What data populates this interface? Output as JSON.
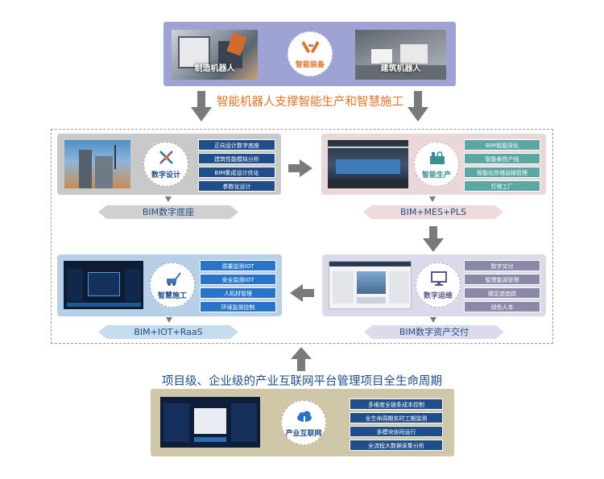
{
  "top": {
    "left_caption": "制造机器人",
    "center_label": "智能装备",
    "right_caption": "建筑机器人",
    "headline": "智能机器人支撑智能生产和智慧施工"
  },
  "design": {
    "label": "数字设计",
    "tags": [
      "正向设计数字底座",
      "建筑性能模拟分析",
      "BIM集成设计优化",
      "参数化设计"
    ],
    "ribbon": "BIM数字底座"
  },
  "production": {
    "label": "智能生产",
    "tags": [
      "BIM智能深化",
      "智能柔性产线",
      "智能化存储运输管理",
      "灯塔工厂"
    ],
    "ribbon": "BIM+MES+PLS"
  },
  "construction": {
    "label": "智慧施工",
    "tags": [
      "质量监测IOT",
      "安全监测IOT",
      "人机材管理",
      "环境监测控制"
    ],
    "ribbon": "BIM+IOT+RaaS"
  },
  "operation": {
    "label": "数字运维",
    "tags": [
      "数字交付",
      "智慧能源管理",
      "碳足迹追踪",
      "绿色人本"
    ],
    "ribbon": "BIM数字资产交付"
  },
  "bottom": {
    "headline": "项目级、企业级的产业互联网平台管理项目全生命周期",
    "label": "产业互联网",
    "tags": [
      "多维度全链条成本控制",
      "全生命周期实时工期监测",
      "多模块协同运行",
      "全流程大数据采集分析"
    ]
  },
  "colors": {
    "top_panel": "#9ea3d4",
    "design_panel": "#c9c9c9",
    "production_panel": "#ead8d8",
    "construction_panel": "#b8cfe8",
    "operation_panel": "#dcdaea",
    "bottom_panel": "#cfc7a8",
    "arrow": "#7a7a7a",
    "headline_orange": "#e0722a"
  }
}
